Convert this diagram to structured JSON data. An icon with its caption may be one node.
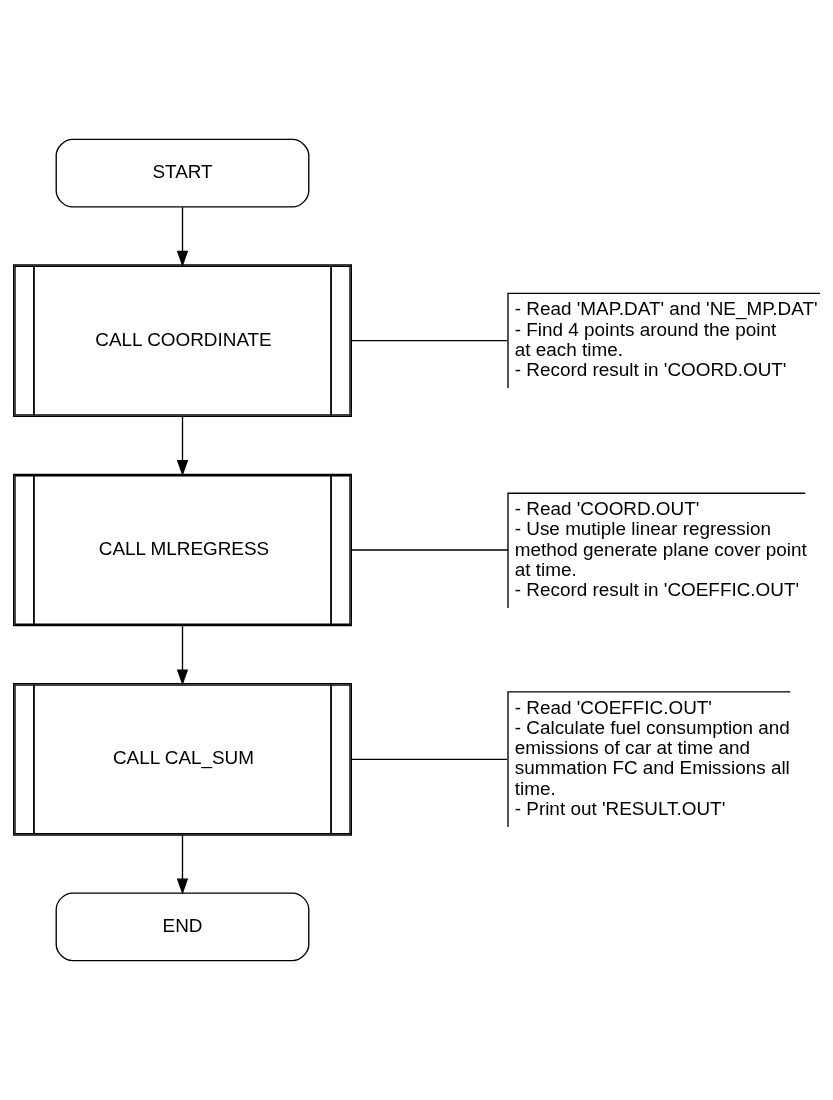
{
  "diagram": {
    "nodes": [
      {
        "text": [
          "START"
        ]
      },
      {
        "text": [
          "CALL COORDINATE"
        ]
      },
      {
        "text": [
          "- Read 'MAP.DAT' and 'NE_MP.DAT'",
          "- Find 4 points around the point at each time.",
          "- Record result in 'COORD.OUT'"
        ]
      },
      {
        "text": [
          "CALL MLREGRESS"
        ]
      },
      {
        "text": [
          "- Read 'COORD.OUT'",
          "- Use mutiple linear regression method generate plane cover point at time.",
          "- Record result in 'COEFFIC.OUT'"
        ]
      },
      {
        "text": [
          "CALL CAL_SUM"
        ]
      },
      {
        "text": [
          "- Read 'COEFFIC.OUT'",
          "- Calculate fuel consumption and emissions of car at time and summation FC and Emissions all time.",
          "- Print out 'RESULT.OUT'"
        ]
      },
      {
        "text": [
          "END"
        ]
      }
    ],
    "edges": [
      {
        "from": 0,
        "to": 1,
        "arrow": "to"
      },
      {
        "from": 1,
        "to": 2,
        "arrow": "none"
      },
      {
        "from": 1,
        "to": 3,
        "arrow": "to"
      },
      {
        "from": 3,
        "to": 4,
        "arrow": "none"
      },
      {
        "from": 3,
        "to": 5,
        "arrow": "to"
      },
      {
        "from": 5,
        "to": 6,
        "arrow": "none"
      },
      {
        "from": 5,
        "to": 7,
        "arrow": "to"
      }
    ]
  }
}
